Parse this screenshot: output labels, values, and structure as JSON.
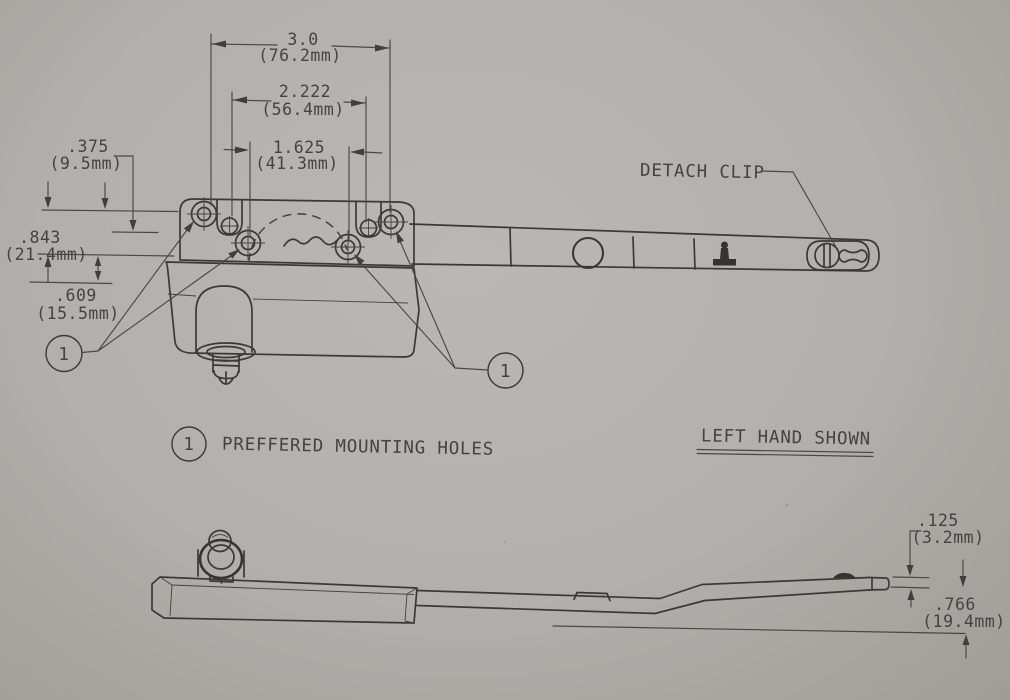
{
  "colors": {
    "paper": "#b2b0ac",
    "ink": "#3b3937"
  },
  "top_view": {
    "dim_overall_width": {
      "in": "3.0",
      "mm": "(76.2mm)"
    },
    "dim_outer_holes": {
      "in": "2.222",
      "mm": "(56.4mm)"
    },
    "dim_inner_holes": {
      "in": "1.625",
      "mm": "(41.3mm)"
    },
    "dim_hole_offset": {
      "in": ".375",
      "mm": "(9.5mm)"
    },
    "dim_base_height": {
      "in": ".843",
      "mm": "(21.4mm)"
    },
    "dim_lower_height": {
      "in": ".609",
      "mm": "(15.5mm)"
    },
    "detach_clip_label": "DETACH CLIP",
    "balloon_left": "1",
    "balloon_right": "1"
  },
  "legend": {
    "balloon": "1",
    "text": "PREFFERED MOUNTING HOLES"
  },
  "note": "LEFT HAND SHOWN",
  "bottom_view": {
    "dim_arm_thickness": {
      "in": ".125",
      "mm": "(3.2mm)"
    },
    "dim_body_height": {
      "in": ".766",
      "mm": "(19.4mm)"
    }
  }
}
